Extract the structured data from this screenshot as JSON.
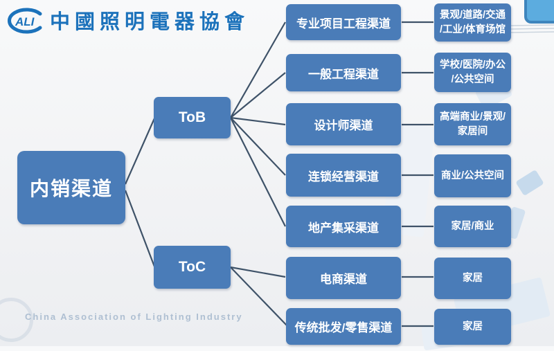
{
  "header": {
    "logo_acronym": "ALI",
    "logo_org_zh": "中國照明電器協會"
  },
  "footer": {
    "org_en": "China Association of Lighting Industry"
  },
  "diagram": {
    "root": {
      "label": "内销渠道"
    },
    "level2": [
      {
        "id": "tob",
        "label": "ToB"
      },
      {
        "id": "toc",
        "label": "ToC"
      }
    ],
    "rows": [
      {
        "parent": "tob",
        "channel": "专业项目工程渠道",
        "segment": "景观/道路/交通\n/工业/体育场馆"
      },
      {
        "parent": "tob",
        "channel": "一般工程渠道",
        "segment": "学校/医院/办公\n/公共空间"
      },
      {
        "parent": "tob",
        "channel": "设计师渠道",
        "segment": "高端商业/景观/\n家居间"
      },
      {
        "parent": "tob",
        "channel": "连锁经营渠道",
        "segment": "商业/公共空间"
      },
      {
        "parent": "tob",
        "channel": "地产集采渠道",
        "segment": "家居/商业"
      },
      {
        "parent": "toc",
        "channel": "电商渠道",
        "segment": "家居"
      },
      {
        "parent": "toc",
        "channel": "传统批发/零售渠道",
        "segment": "家居"
      }
    ]
  },
  "colors": {
    "box_blue": "#4a7cb8",
    "line_color": "#3e5268",
    "logo_blue": "#1c72bb",
    "deco_blue": "#5cacdf",
    "deco_blue_border": "#3e85bd",
    "footer_gray": "#aebfd2",
    "watermark_blue": "#d7e4f0"
  }
}
